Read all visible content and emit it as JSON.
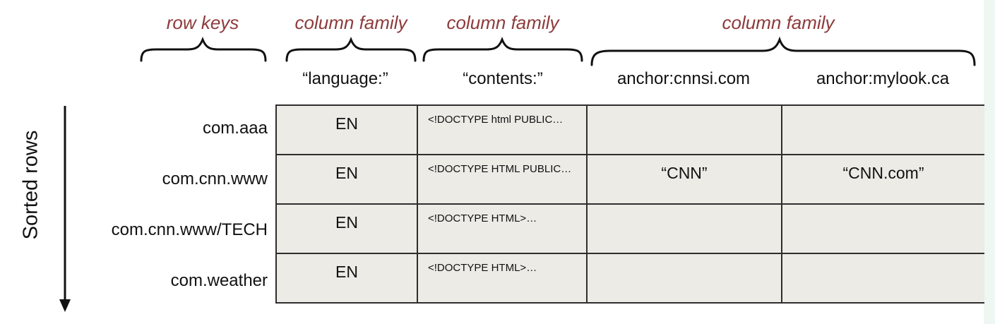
{
  "groups": {
    "row_keys": "row keys",
    "column_family_1": "column family",
    "column_family_2": "column family",
    "column_family_3": "column family"
  },
  "columns": [
    "“language:”",
    "“contents:”",
    "anchor:cnnsi.com",
    "anchor:mylook.ca"
  ],
  "sorted_label": "Sorted rows",
  "rows": [
    {
      "key": "com.aaa",
      "language": "EN",
      "contents": "<!DOCTYPE html PUBLIC…",
      "cnnsi": "",
      "mylook": ""
    },
    {
      "key": "com.cnn.www",
      "language": "EN",
      "contents": "<!DOCTYPE HTML PUBLIC…",
      "cnnsi": "“CNN”",
      "mylook": "“CNN.com”"
    },
    {
      "key": "com.cnn.www/TECH",
      "language": "EN",
      "contents": "<!DOCTYPE HTML>…",
      "cnnsi": "",
      "mylook": ""
    },
    {
      "key": "com.weather",
      "language": "EN",
      "contents": "<!DOCTYPE HTML>…",
      "cnnsi": "",
      "mylook": ""
    }
  ],
  "colors": {
    "label_red": "#8e3a3a",
    "cell_bg": "#ecebe6",
    "grid": "#2e2e2e",
    "side_strip": "#eef7f1"
  }
}
